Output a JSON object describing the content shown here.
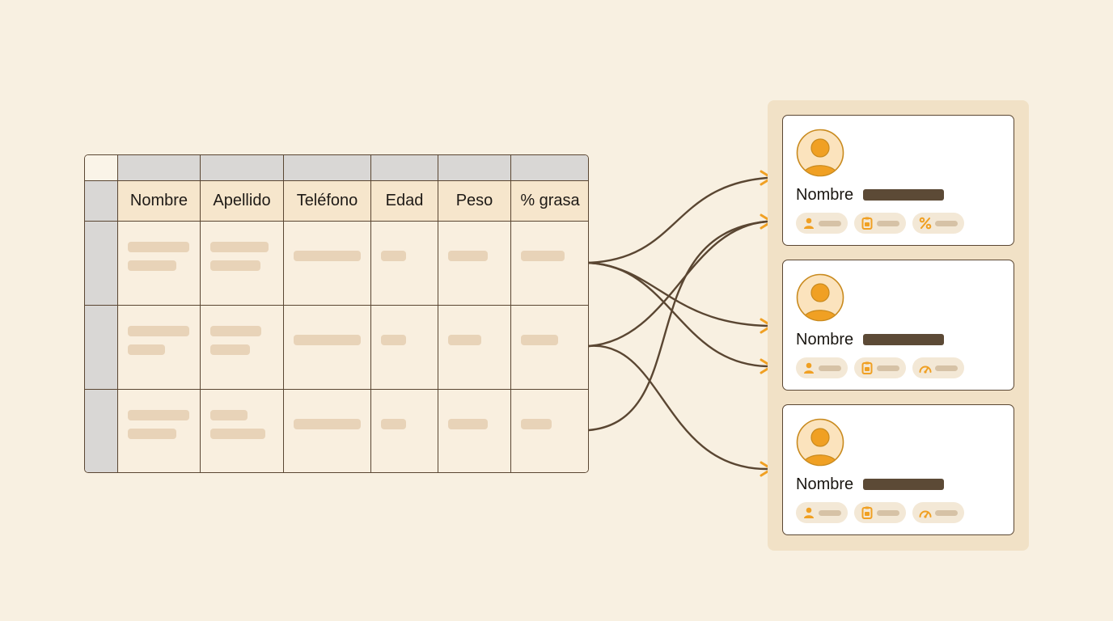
{
  "table": {
    "headers": [
      "Nombre",
      "Apellido",
      "Teléfono",
      "Edad",
      "Peso",
      "% grasa"
    ],
    "row_count": 3
  },
  "cards": [
    {
      "label": "Nombre",
      "badges": [
        "user-icon",
        "clipboard-icon",
        "percent-icon"
      ]
    },
    {
      "label": "Nombre",
      "badges": [
        "user-icon",
        "clipboard-icon",
        "gauge-icon"
      ]
    },
    {
      "label": "Nombre",
      "badges": [
        "user-icon",
        "clipboard-icon",
        "gauge-icon"
      ]
    }
  ],
  "colors": {
    "background": "#f8f0e1",
    "outline": "#5a4632",
    "accent": "#f0a023",
    "header_fill": "#f6e6cc",
    "gray_strip": "#d9d7d5",
    "placeholder": "#e8d3b8"
  }
}
